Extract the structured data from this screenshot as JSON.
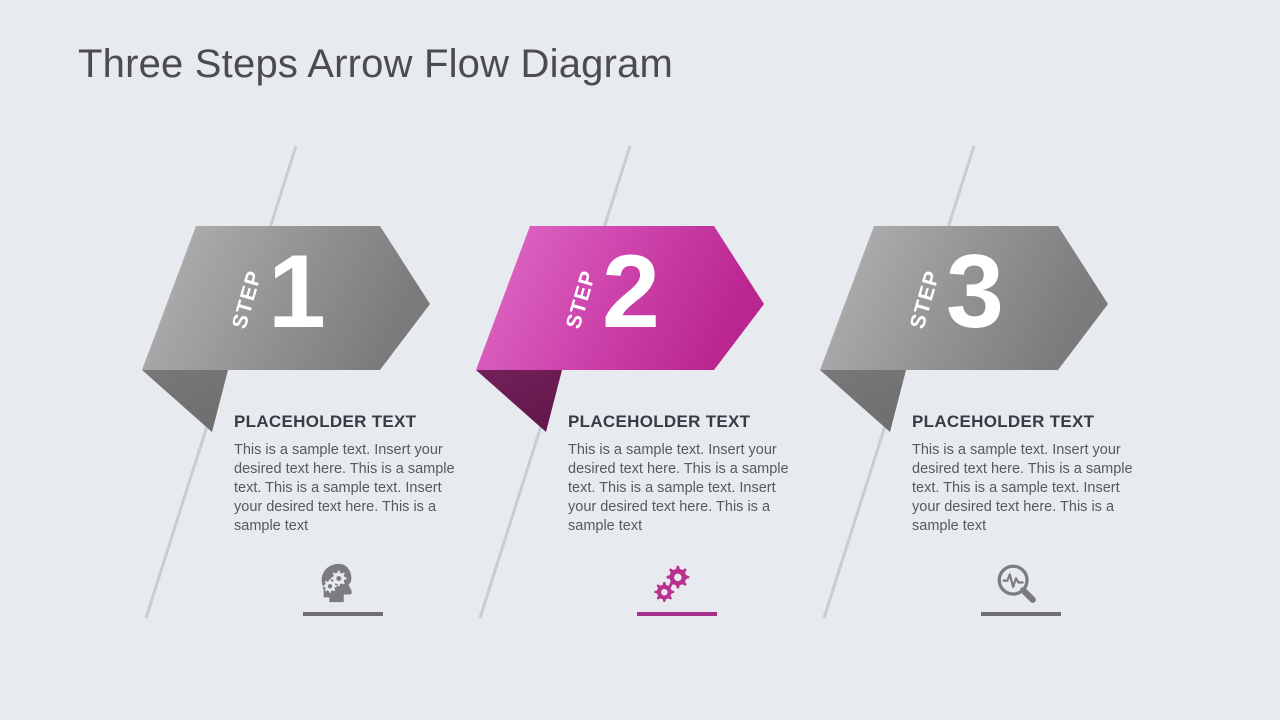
{
  "slide": {
    "title": "Three Steps Arrow Flow Diagram",
    "background_color": "#e7eaef",
    "title_color": "#4c4c4c"
  },
  "theme": {
    "gray_gradient_start": "#b2b2b2",
    "gray_gradient_end": "#7b7b7b",
    "gray_fold": "#737373",
    "pink_gradient_start": "#dd66c2",
    "pink_gradient_end": "#bb2893",
    "pink_fold": "#6d1d52",
    "line_color": "#c9ccd2",
    "heading_color": "#3a3a44",
    "body_color": "#58585f",
    "rule_gray": "#6e6e74",
    "rule_pink": "#a9308d"
  },
  "steps": [
    {
      "label": "STEP",
      "number": "1",
      "heading": "PLACEHOLDER TEXT",
      "body": "This is a sample text. Insert your desired text here. This is a sample text. This is a sample text. Insert your desired text here. This is a sample text",
      "icon": "head-gears-icon",
      "accent": "gray"
    },
    {
      "label": "STEP",
      "number": "2",
      "heading": "PLACEHOLDER TEXT",
      "body": "This is a sample text. Insert your desired text here. This is a sample text. This is a sample text. Insert your desired text here. This is a sample text",
      "icon": "gears-icon",
      "accent": "pink"
    },
    {
      "label": "STEP",
      "number": "3",
      "heading": "PLACEHOLDER TEXT",
      "body": "This is a sample text. Insert your desired text here. This is a sample text. This is a sample text. Insert your desired text here. This is a sample text",
      "icon": "magnifier-pulse-icon",
      "accent": "gray"
    }
  ]
}
